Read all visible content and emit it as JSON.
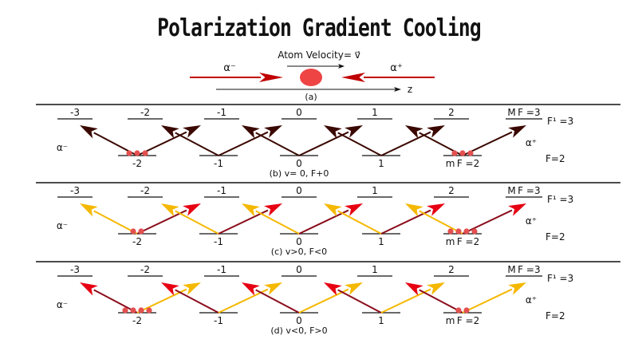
{
  "title": "Polarization Gradient Cooling",
  "header": {
    "velocity_label": "Atom Velocity= v⃗",
    "left_beam": "α⁻",
    "right_beam": "α⁺",
    "axis_label": "z",
    "panel_label": "(a)"
  },
  "colors": {
    "beam": "#c00000",
    "atom": "#ee4444",
    "dark_arrow": "#3a0800",
    "maroon_arrow": "#8b0d1b",
    "yellow_arrow": "#f5b800",
    "red_head": "#e60012",
    "dot": "#e35050"
  },
  "excited_labels": [
    "-3",
    "-2",
    "-1",
    "0",
    "1",
    "2"
  ],
  "excited_mf_label": "M F =3",
  "excited_F_label": "F¹ =3",
  "ground_labels": [
    "-2",
    "-1",
    "0",
    "1"
  ],
  "ground_mf_label": "m F =2",
  "ground_F_label": "F=2",
  "left_pol": "α⁻",
  "right_pol": "α⁺",
  "panels": [
    {
      "caption": "(b) v= 0, F+0",
      "style": "dark",
      "dots": [
        3,
        0,
        0,
        0,
        3
      ]
    },
    {
      "caption": "(c) v>0, F<0",
      "style": "c",
      "dots": [
        2,
        0,
        0,
        0,
        4
      ]
    },
    {
      "caption": "(d) v<0, F>0",
      "style": "d",
      "dots": [
        4,
        0,
        0,
        0,
        2
      ]
    }
  ]
}
